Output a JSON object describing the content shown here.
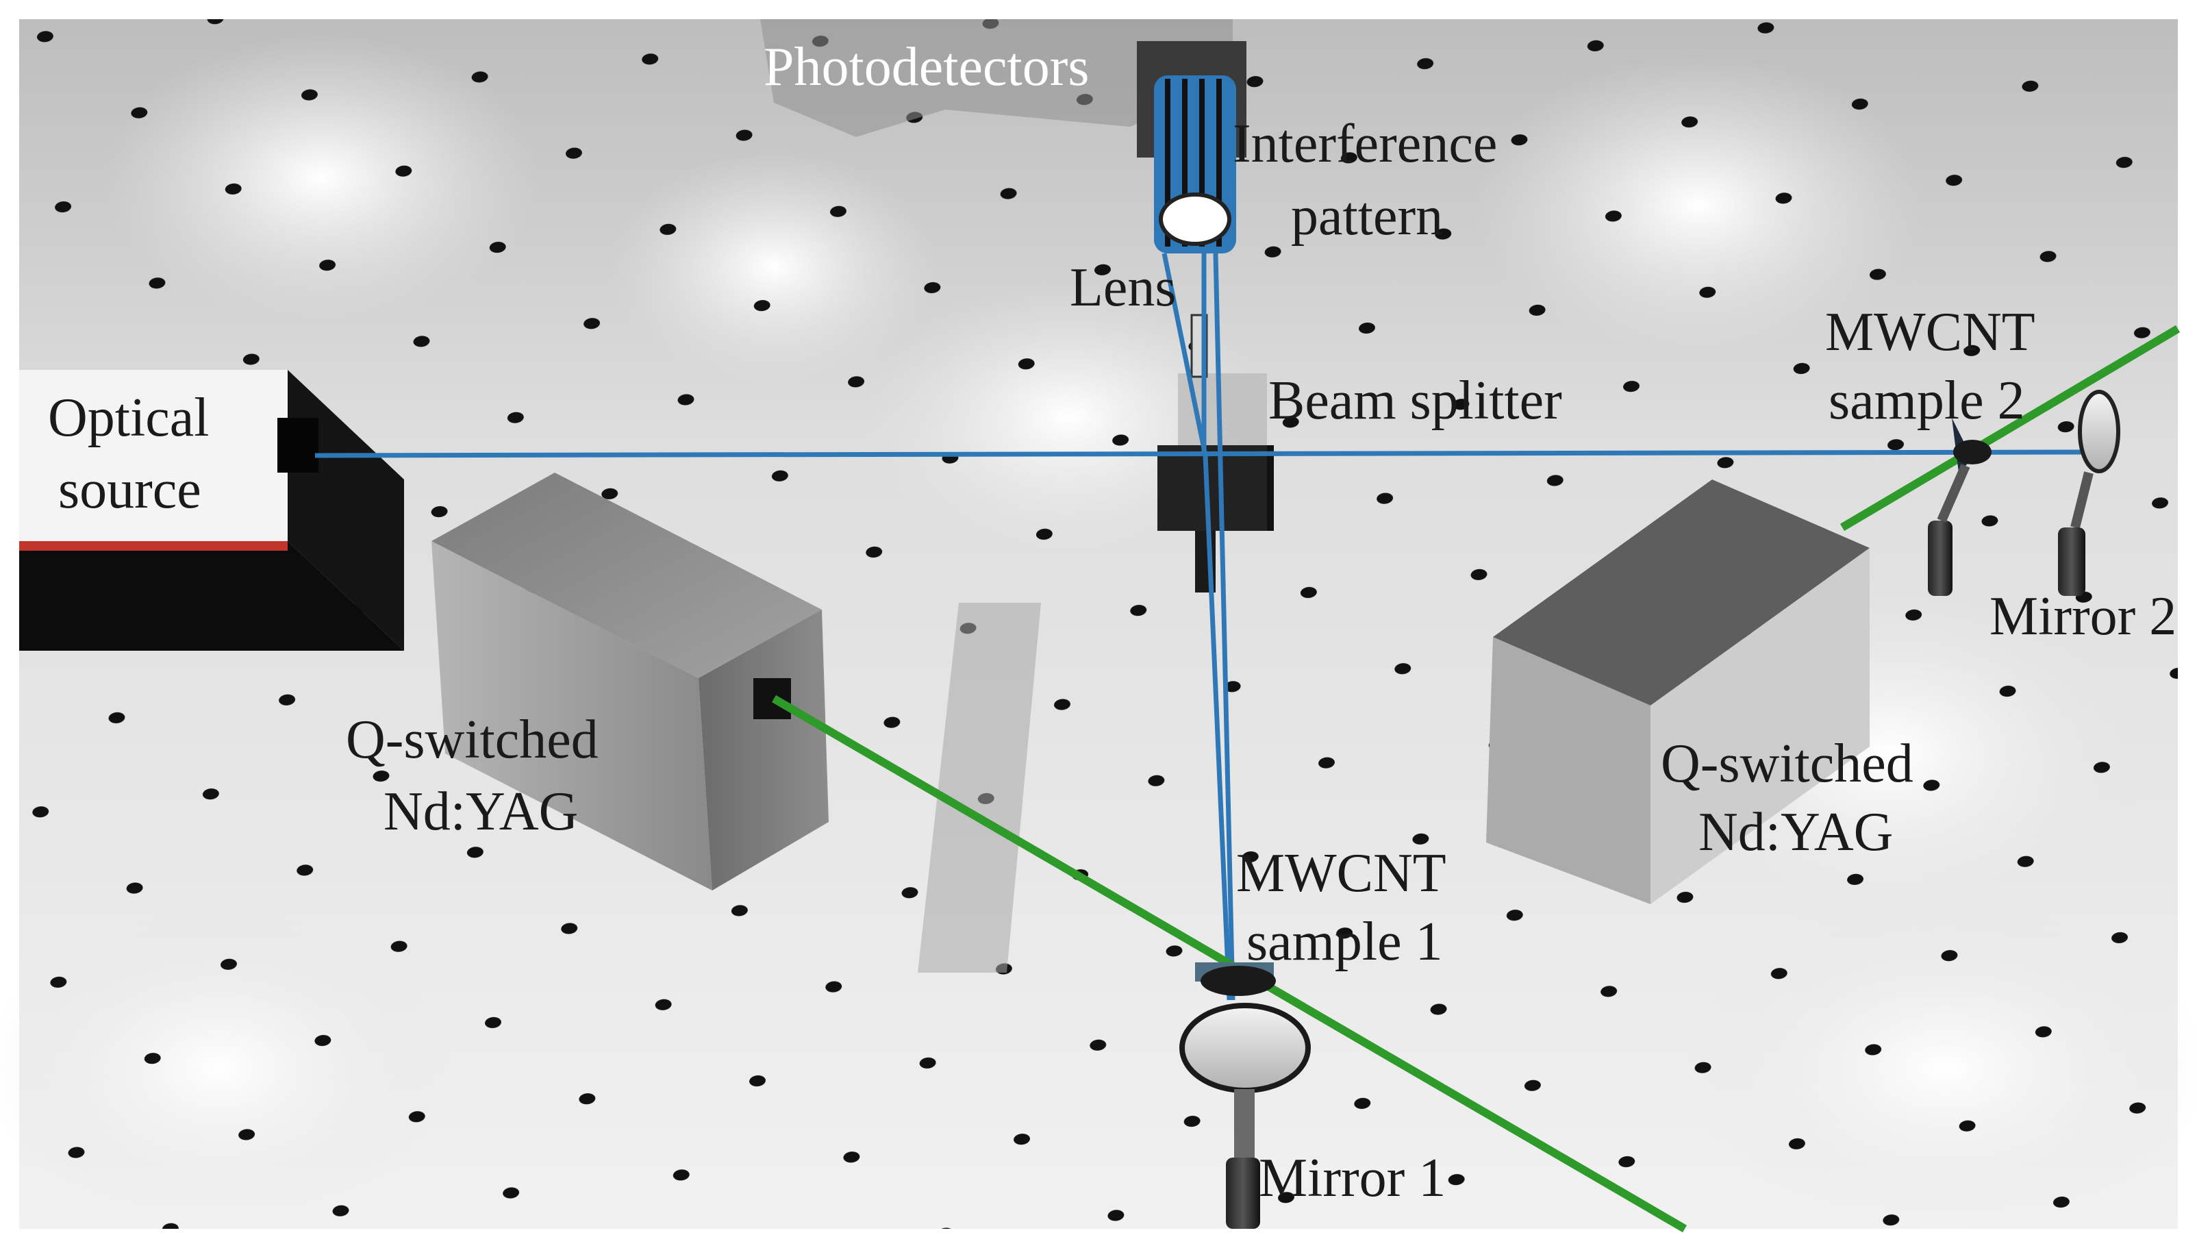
{
  "labels": {
    "photodetectors": "Photodetectors",
    "interference": "Interference",
    "pattern": "pattern",
    "lens": "Lens",
    "beam_splitter": "Beam splitter",
    "optical": "Optical",
    "source": "source",
    "mwcnt2_line1": "MWCNT",
    "mwcnt2_line2": "sample 2",
    "mirror2": "Mirror 2",
    "qsw_left_line1": "Q-switched",
    "qsw_left_line2": "Nd:YAG",
    "qsw_right_line1": "Q-switched",
    "qsw_right_line2": "Nd:YAG",
    "mwcnt1_line1": "MWCNT",
    "mwcnt1_line2": "sample 1",
    "mirror1": "Mirror 1"
  },
  "colors": {
    "probe_beam": "#2f78b8",
    "pump_beam": "#2e9a2a",
    "table": "#e8e8e8",
    "boxes": "#9a9a9a"
  }
}
